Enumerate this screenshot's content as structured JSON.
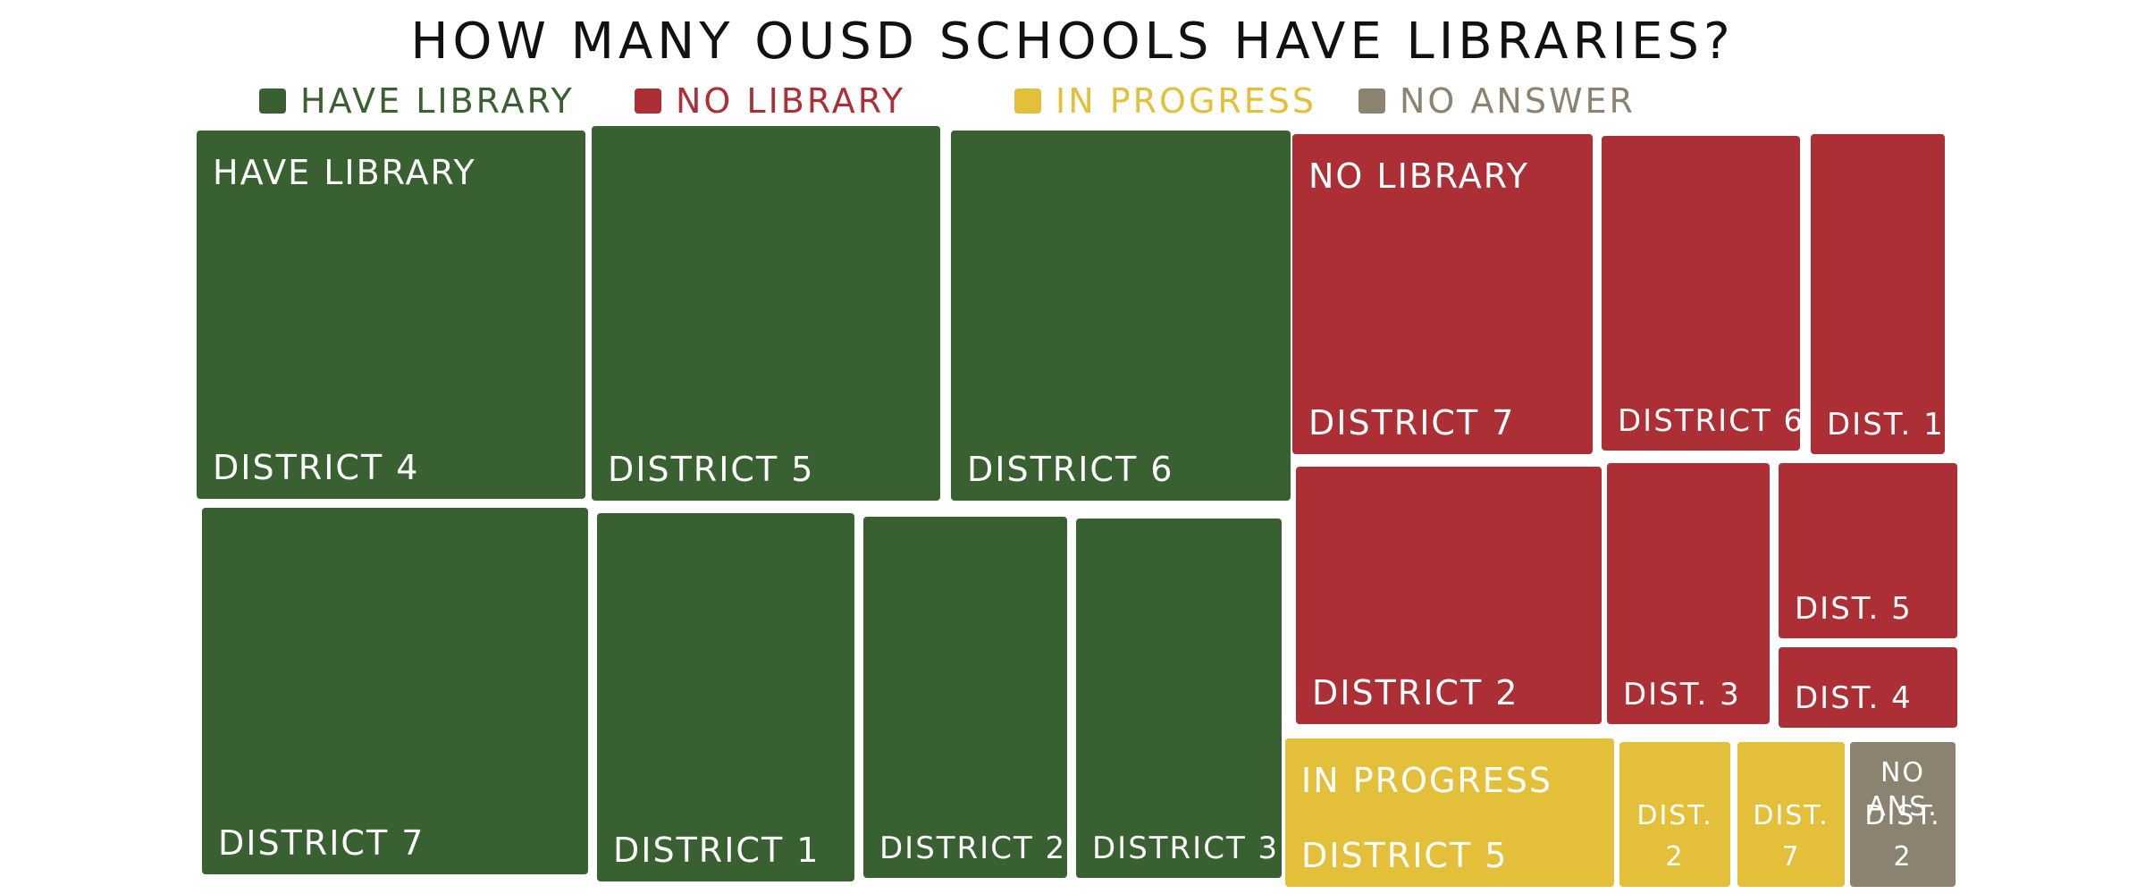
{
  "chart_data": {
    "type": "treemap",
    "title": "How many OUSD schools have libraries?",
    "legend": [
      {
        "label": "Have Library",
        "color": "#386030"
      },
      {
        "label": "No Library",
        "color": "#ad2f36"
      },
      {
        "label": "In Progress",
        "color": "#e4c03a"
      },
      {
        "label": "No Answer",
        "color": "#8b836f"
      }
    ],
    "groups": [
      {
        "label": "Have Library",
        "color": "#386030",
        "cells": [
          {
            "label": "District 4"
          },
          {
            "label": "District 5"
          },
          {
            "label": "District 6"
          },
          {
            "label": "District 7"
          },
          {
            "label": "District 1"
          },
          {
            "label": "District 2"
          },
          {
            "label": "District 3"
          }
        ]
      },
      {
        "label": "No Library",
        "color": "#ad2f36",
        "cells": [
          {
            "label": "District 7"
          },
          {
            "label": "District 6"
          },
          {
            "label": "Dist. 1"
          },
          {
            "label": "District 2"
          },
          {
            "label": "Dist. 3"
          },
          {
            "label": "Dist. 5"
          },
          {
            "label": "Dist. 4"
          }
        ]
      },
      {
        "label": "In Progress",
        "color": "#e4c03a",
        "cells": [
          {
            "label": "District 5"
          },
          {
            "label": "Dist. 2"
          },
          {
            "label": "Dist. 7"
          }
        ]
      },
      {
        "label": "No Ans.",
        "color": "#8b836f",
        "cells": [
          {
            "label": "Dist. 2"
          }
        ]
      }
    ]
  }
}
